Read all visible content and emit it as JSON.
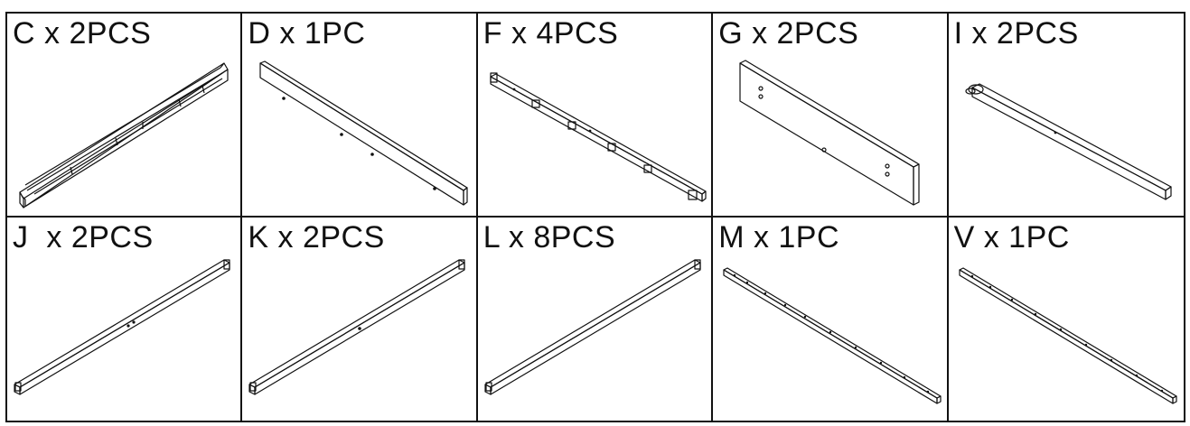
{
  "parts": [
    {
      "id": "C",
      "label": "C x 2PCS",
      "icon": "frame-rail-icon"
    },
    {
      "id": "D",
      "label": "D x 1PC",
      "icon": "panel-board-icon"
    },
    {
      "id": "F",
      "label": "F x 4PCS",
      "icon": "slotted-rail-icon"
    },
    {
      "id": "G",
      "label": "G x 2PCS",
      "icon": "wide-panel-icon"
    },
    {
      "id": "I",
      "label": "I x 2PCS",
      "icon": "bar-with-dowel-icon"
    },
    {
      "id": "J",
      "label": "J  x 2PCS",
      "icon": "slat-icon"
    },
    {
      "id": "K",
      "label": "K x 2PCS",
      "icon": "slat-icon"
    },
    {
      "id": "L",
      "label": "L x 8PCS",
      "icon": "slat-icon"
    },
    {
      "id": "M",
      "label": "M x 1PC",
      "icon": "perforated-rail-icon"
    },
    {
      "id": "V",
      "label": "V x 1PC",
      "icon": "perforated-rail-icon"
    }
  ]
}
